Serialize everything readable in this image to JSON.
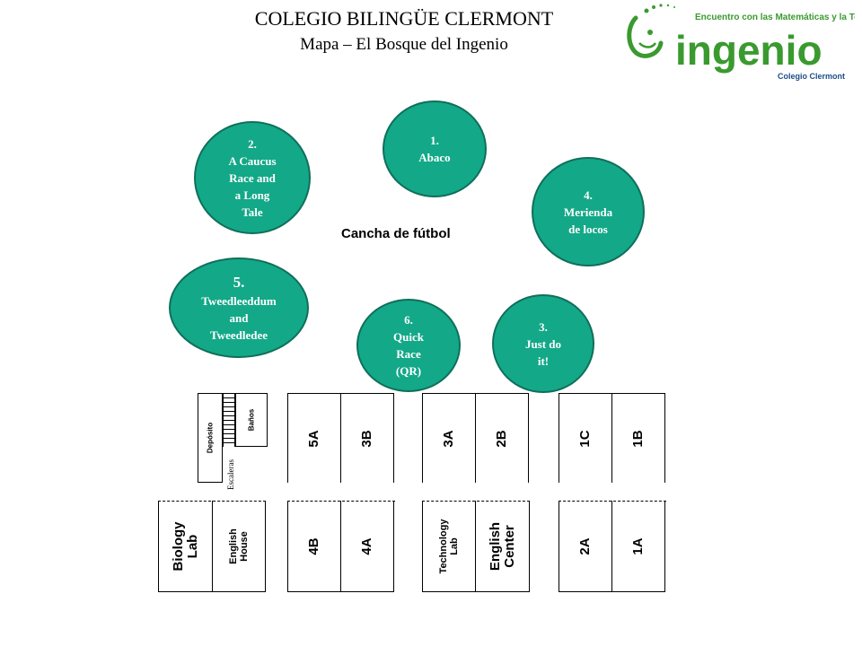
{
  "header": {
    "title": "COLEGIO BILINGÜE CLERMONT",
    "subtitle": "Mapa – El Bosque del Ingenio"
  },
  "logo": {
    "tagline": "Encuentro con las Matemáticas y la Tecnología",
    "wordmark": "ingenio",
    "school": "Colegio Clermont",
    "color": "#3a9a2f"
  },
  "field_label": "Cancha de fútbol",
  "stations": [
    {
      "num": "1.",
      "name": "Abaco"
    },
    {
      "num": "2.",
      "name": "A Caucus\nRace and\na Long\nTale"
    },
    {
      "num": "3.",
      "name": "Just do\nit!"
    },
    {
      "num": "4.",
      "name": "Merienda\nde locos"
    },
    {
      "num": "5.",
      "name": "Tweedleeddum\nand\nTweedledee"
    },
    {
      "num": "6.",
      "name": "Quick\nRace\n(QR)"
    }
  ],
  "rooms_top": [
    "Depósito",
    "Baños",
    "Escaleras",
    "5A",
    "3B",
    "3A",
    "2B",
    "1C",
    "1B"
  ],
  "rooms_bottom": [
    "Biology\nLab",
    "English\nHouse",
    "4B",
    "4A",
    "Technology\nLab",
    "English\nCenter",
    "2A",
    "1A"
  ],
  "colors": {
    "station_fill": "#13a888",
    "station_border": "#0f6f5a",
    "station_text": "#ffffff"
  }
}
